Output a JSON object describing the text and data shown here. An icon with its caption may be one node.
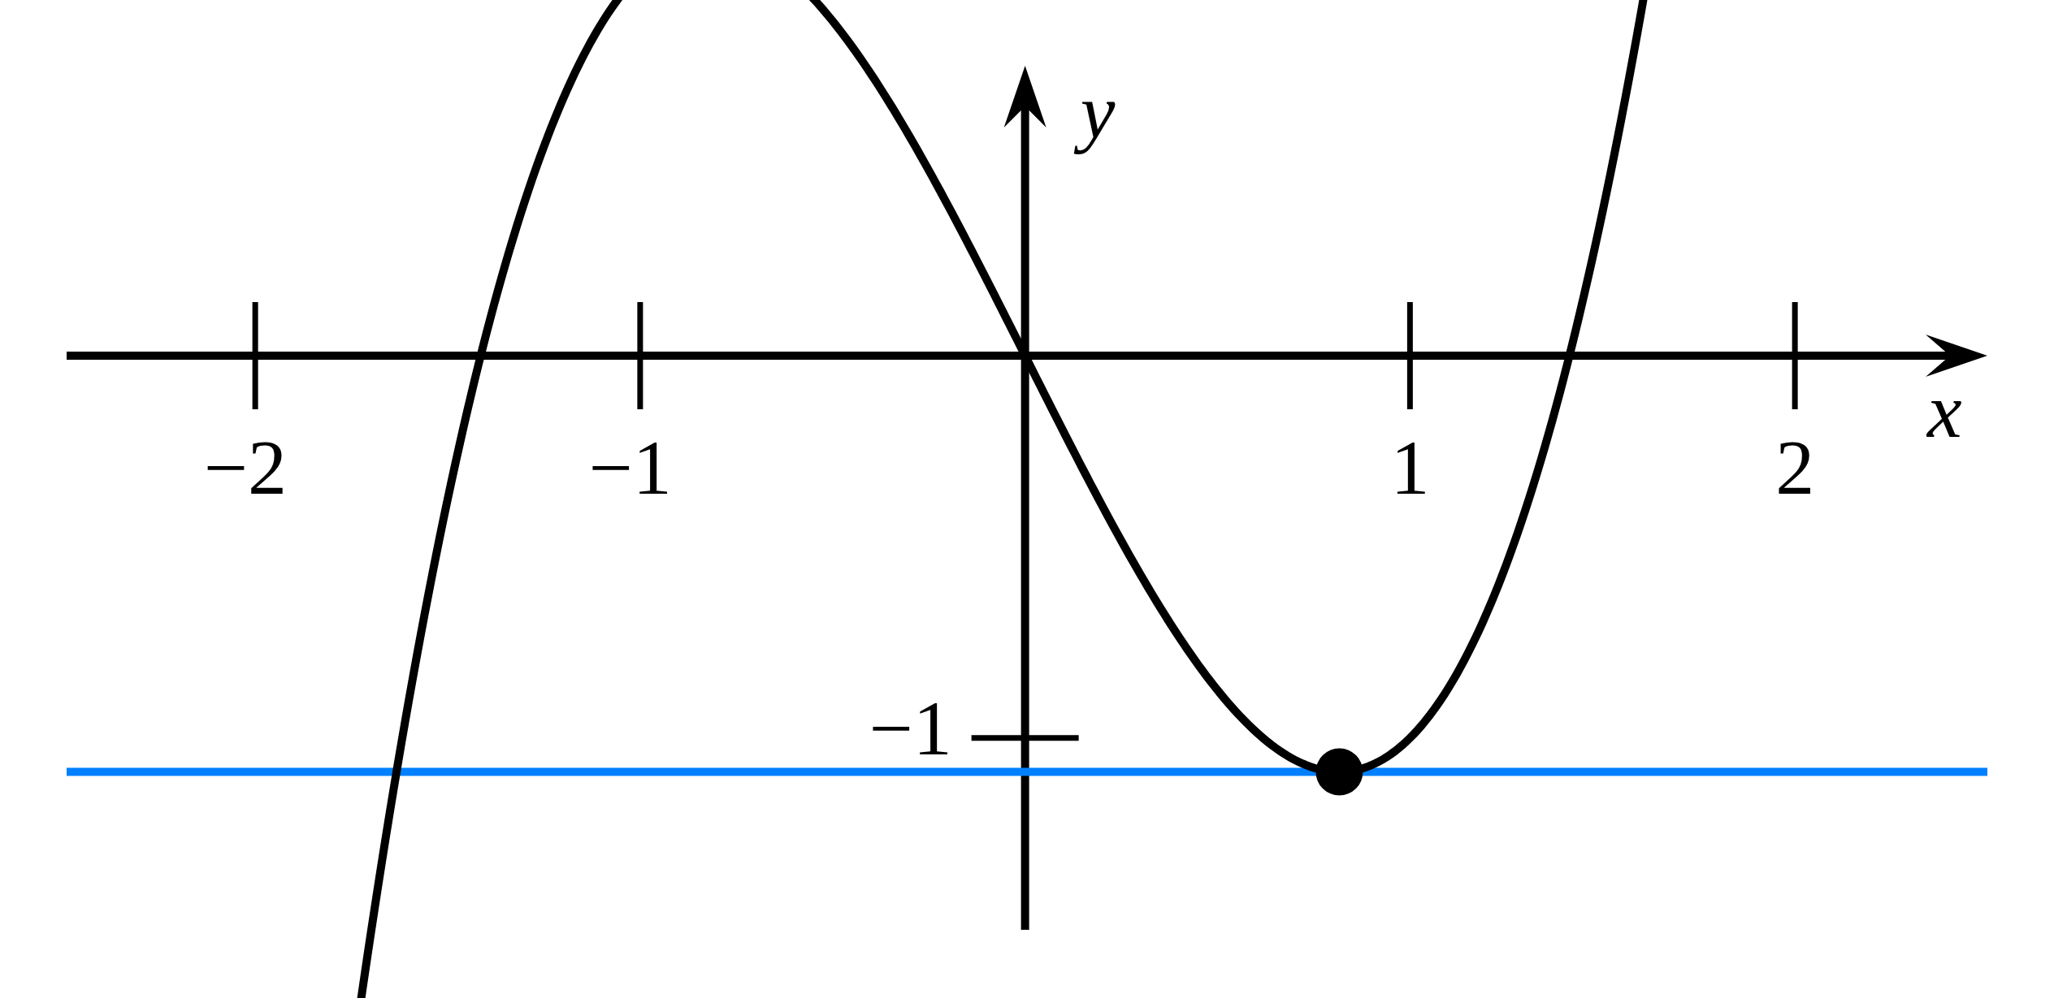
{
  "diagram": {
    "labels": [
      "y",
      "−2",
      "−1",
      "1",
      "2",
      "x",
      "−1"
    ]
  }
}
